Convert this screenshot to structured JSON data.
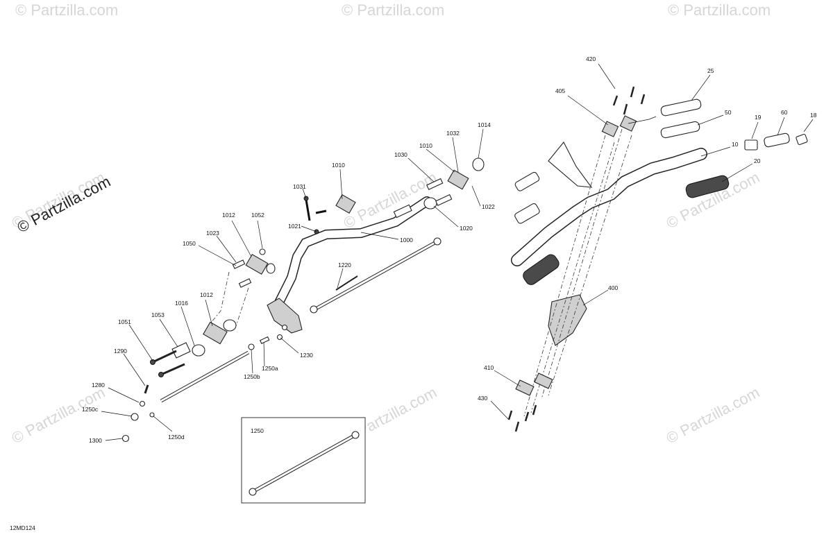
{
  "brand_watermark": "© Partzilla.com",
  "diagram_code": "12MD124",
  "inset_label": "1250",
  "callouts": {
    "c10": "10",
    "c18": "18",
    "c19": "19",
    "c20": "20",
    "c25": "25",
    "c50": "50",
    "c60": "60",
    "c400": "400",
    "c405": "405",
    "c410": "410",
    "c420": "420",
    "c430": "430",
    "c1000": "1000",
    "c1010a": "1010",
    "c1010b": "1010",
    "c1012a": "1012",
    "c1012b": "1012",
    "c1014": "1014",
    "c1016": "1016",
    "c1020": "1020",
    "c1021": "1021",
    "c1022": "1022",
    "c1023": "1023",
    "c1030": "1030",
    "c1031": "1031",
    "c1032": "1032",
    "c1050": "1050",
    "c1051": "1051",
    "c1052": "1052",
    "c1053": "1053",
    "c1220": "1220",
    "c1230": "1230",
    "c1250a": "1250a",
    "c1250b": "1250b",
    "c1250c": "1250c",
    "c1250d": "1250d",
    "c1280": "1280",
    "c1290": "1290",
    "c1300": "1300"
  }
}
